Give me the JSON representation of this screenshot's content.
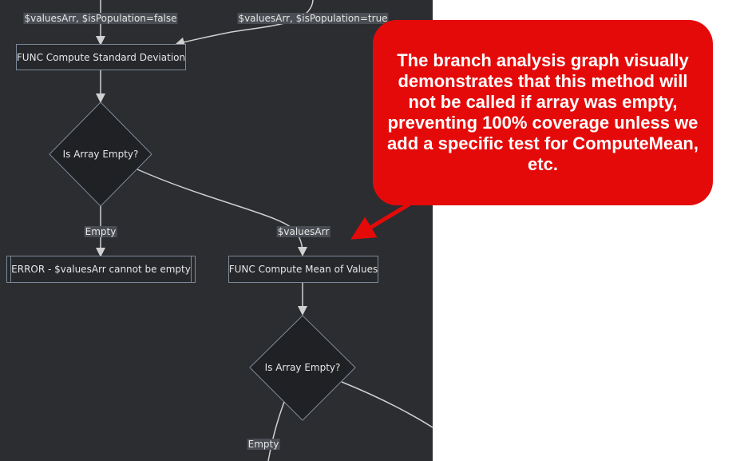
{
  "diagram": {
    "nodes": {
      "func_std_dev": "FUNC Compute Standard Deviation",
      "is_array_empty_1": "Is Array Empty?",
      "error_empty": "ERROR - $valuesArr cannot be empty",
      "func_mean": "FUNC Compute Mean of Values",
      "is_array_empty_2": "Is Array Empty?"
    },
    "edge_labels": {
      "values_pop_false": "$valuesArr, $isPopulation=false",
      "values_pop_true": "$valuesArr, $isPopulation=true",
      "empty_1": "Empty",
      "values_arr": "$valuesArr",
      "empty_2": "Empty"
    },
    "colors": {
      "background": "#2b2d31",
      "node_fill": "#26282c",
      "node_border": "#7d8a9a",
      "edge": "#d0d0d0",
      "label_bg": "#4a4d53"
    }
  },
  "callout": {
    "text": "The branch analysis graph visually demonstrates that this method will not be called if array was empty, preventing 100% coverage unless we add a specific test for ComputeMean, etc.",
    "color": "#e50a0a",
    "arrow_color": "#e50a0a"
  }
}
